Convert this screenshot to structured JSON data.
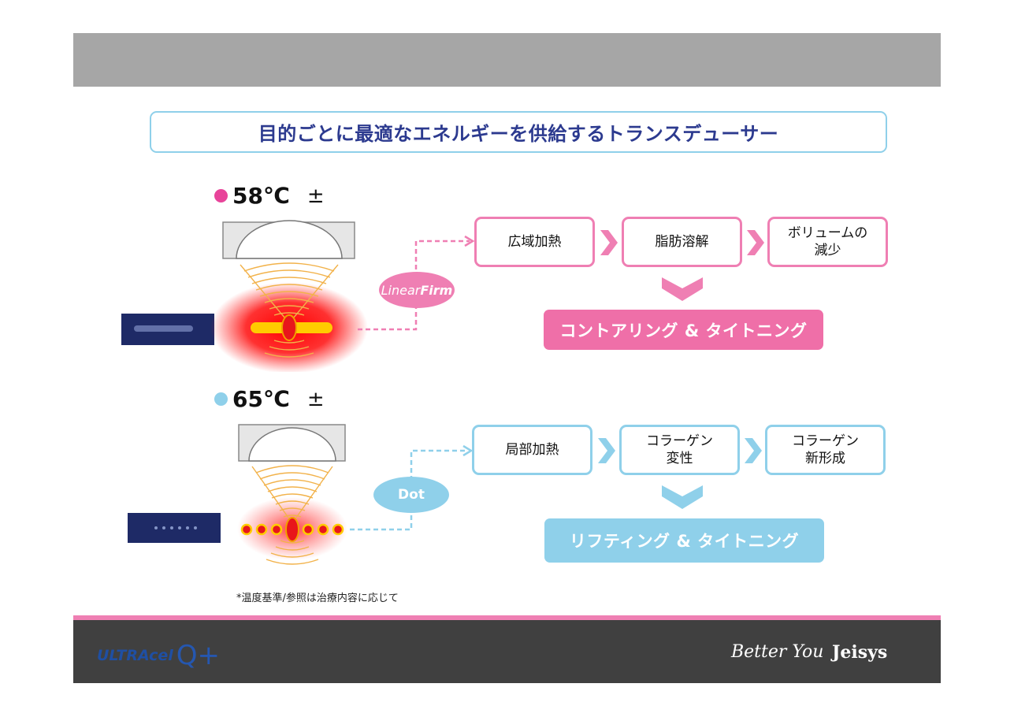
{
  "title": "目的ごとに最適なエネルギーを供給するトランスデューサー",
  "colors": {
    "pink": "#ef7fb3",
    "blue": "#8fd0ea",
    "result_pink": "#ef6fa8",
    "result_blue": "#8fd0ea",
    "title_text": "#2c3a8f"
  },
  "sections": [
    {
      "temp": "58℃",
      "pm": "±",
      "dot_color": "#e8449a",
      "transducer_name": "LinearFirm",
      "transducer_name_a": "Linear",
      "transducer_name_b": "Firm",
      "steps": [
        "広域加熱",
        "脂肪溶解",
        "ボリュームの\n減少"
      ],
      "result": "コントアリング & タイトニング"
    },
    {
      "temp": "65℃",
      "pm": "±",
      "dot_color": "#8fd0ea",
      "transducer_name": "Dot",
      "steps": [
        "局部加熱",
        "コラーゲン\n変性",
        "コラーゲン\n新形成"
      ],
      "result": "リフティング & タイトニング"
    }
  ],
  "footnote": "*温度基準/参照は治療内容に応じて",
  "footer": {
    "product": "ULTRAcel",
    "product_suffix": "Q+",
    "tagline": "Better You",
    "company": "Jeisys"
  }
}
